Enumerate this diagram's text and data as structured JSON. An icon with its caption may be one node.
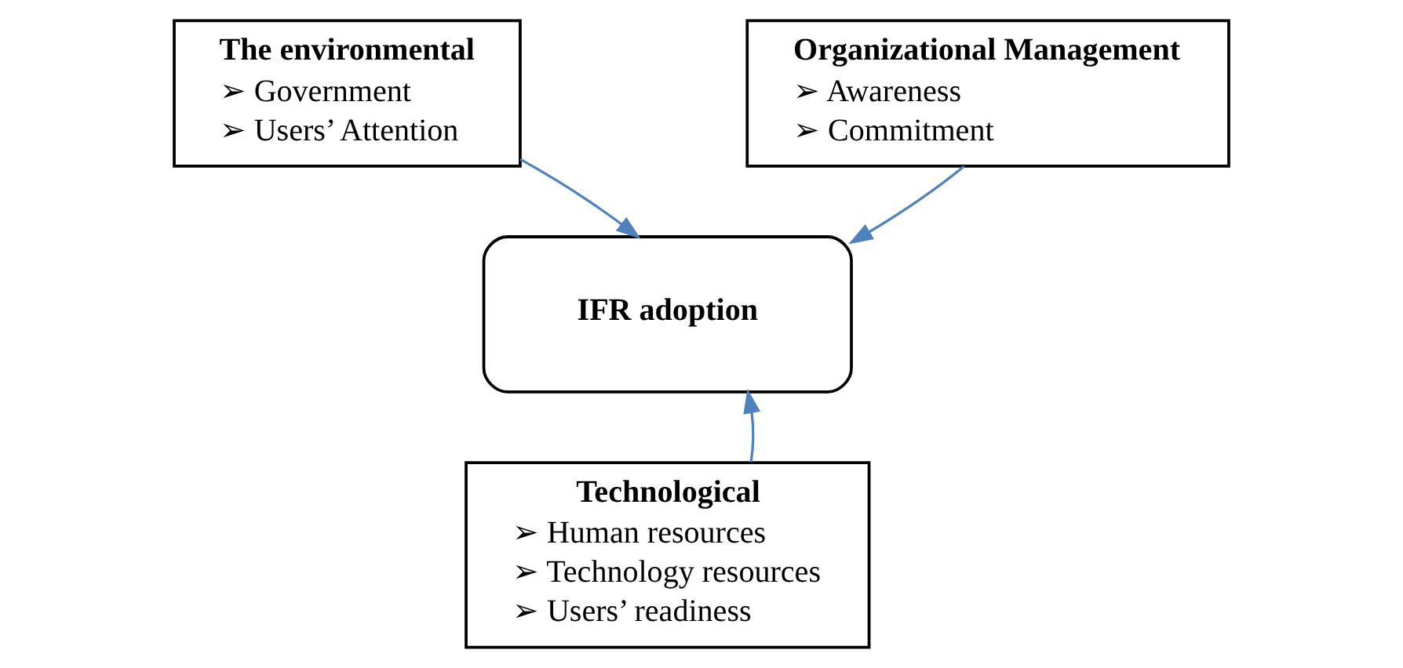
{
  "diagram": {
    "nodes": [
      {
        "text": [
          "The environmental",
          "➢ Government",
          "➢ Users’ Attention"
        ]
      },
      {
        "text": [
          "Organizational Management",
          "➢ Awareness",
          "➢ Commitment"
        ]
      },
      {
        "text": [
          "IFR adoption"
        ]
      },
      {
        "text": [
          "Technological",
          "➢ Human resources",
          "➢ Technology resources",
          "➢ Users’ readiness"
        ]
      }
    ],
    "edges": [
      {
        "from": 0,
        "to": 2,
        "arrow": "to"
      },
      {
        "from": 1,
        "to": 2,
        "arrow": "to"
      },
      {
        "from": 3,
        "to": 2,
        "arrow": "to"
      }
    ]
  }
}
